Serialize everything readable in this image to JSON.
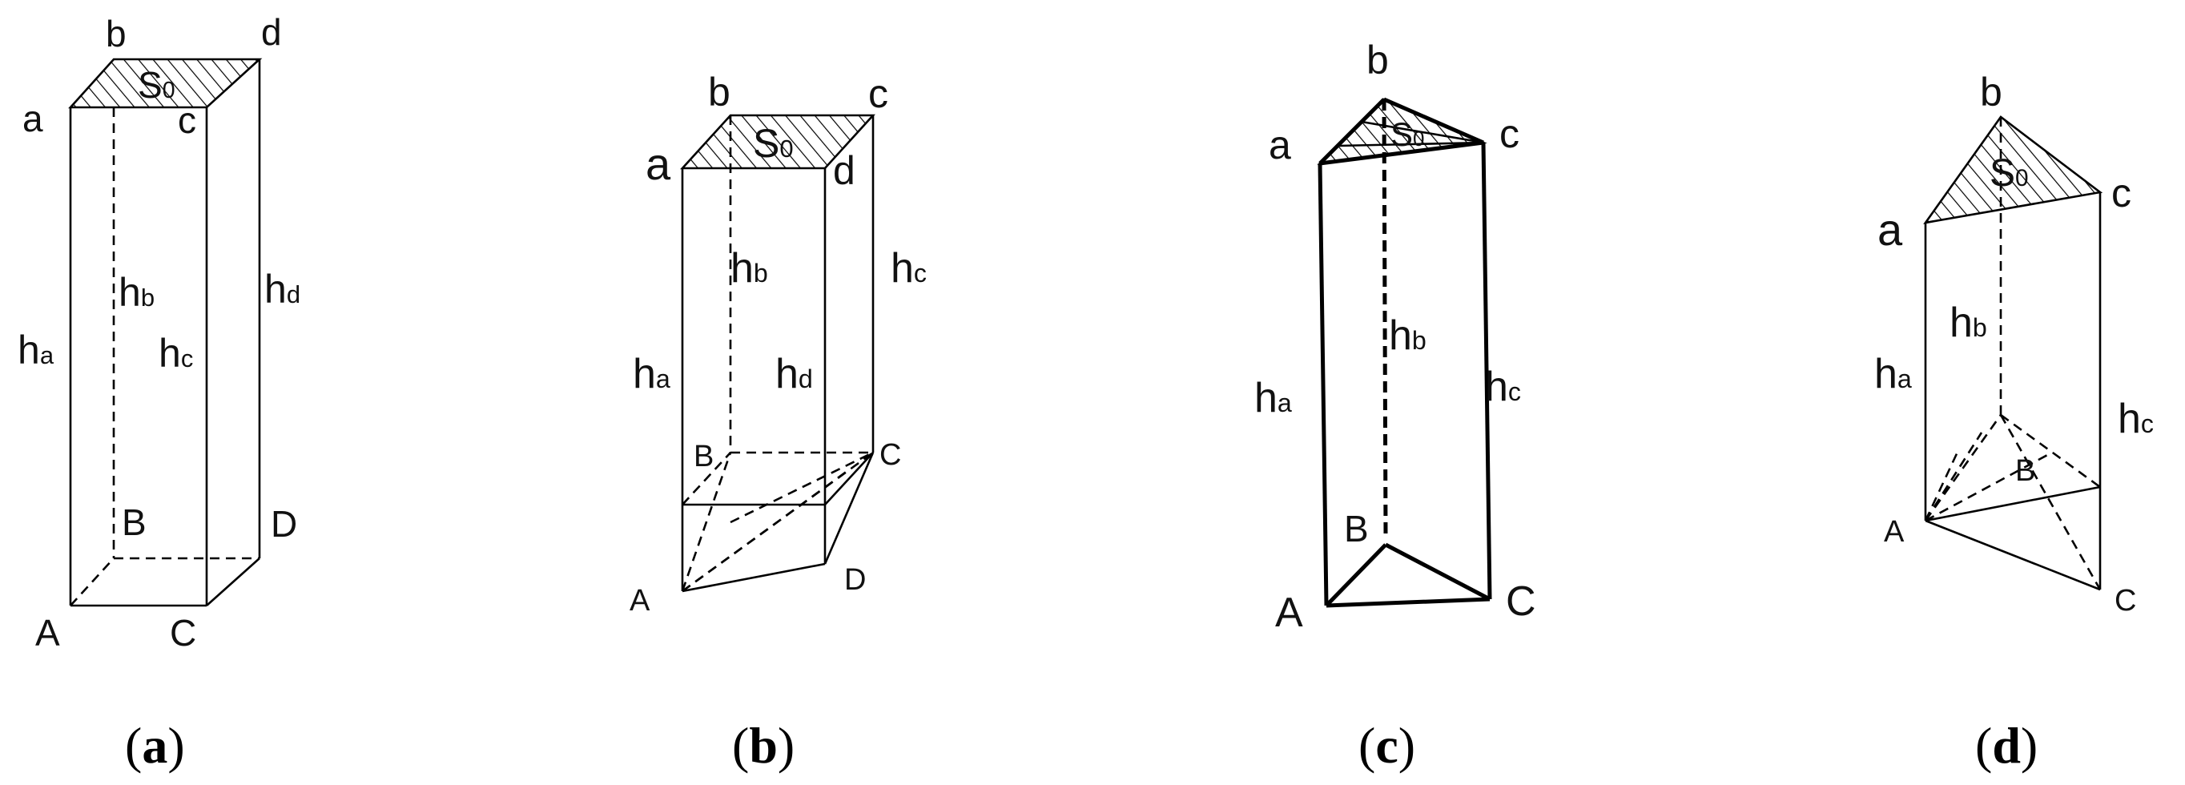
{
  "figures": [
    {
      "id": "a",
      "caption": {
        "open": "(",
        "letter": "a",
        "close": ")"
      },
      "top_vertices": [
        "a",
        "b",
        "c",
        "d"
      ],
      "bottom_vertices": [
        "A",
        "B",
        "C",
        "D"
      ],
      "area_label": {
        "main": "S",
        "sub": "0"
      },
      "heights": [
        {
          "main": "h",
          "sub": "a"
        },
        {
          "main": "h",
          "sub": "b"
        },
        {
          "main": "h",
          "sub": "c"
        },
        {
          "main": "h",
          "sub": "d"
        }
      ]
    },
    {
      "id": "b",
      "caption": {
        "open": "(",
        "letter": "b",
        "close": ")"
      },
      "top_vertices": [
        "a",
        "b",
        "c",
        "d"
      ],
      "bottom_vertices": [
        "A",
        "B",
        "C",
        "D"
      ],
      "area_label": {
        "main": "S",
        "sub": "0"
      },
      "heights": [
        {
          "main": "h",
          "sub": "a"
        },
        {
          "main": "h",
          "sub": "b"
        },
        {
          "main": "h",
          "sub": "c"
        },
        {
          "main": "h",
          "sub": "d"
        }
      ]
    },
    {
      "id": "c",
      "caption": {
        "open": "(",
        "letter": "c",
        "close": ")"
      },
      "top_vertices": [
        "a",
        "b",
        "c"
      ],
      "bottom_vertices": [
        "A",
        "B",
        "C"
      ],
      "area_label": {
        "main": "S",
        "sub": "0"
      },
      "heights": [
        {
          "main": "h",
          "sub": "a"
        },
        {
          "main": "h",
          "sub": "b"
        },
        {
          "main": "h",
          "sub": "c"
        }
      ]
    },
    {
      "id": "d",
      "caption": {
        "open": "(",
        "letter": "d",
        "close": ")"
      },
      "top_vertices": [
        "a",
        "b",
        "c"
      ],
      "bottom_vertices": [
        "A",
        "B",
        "C"
      ],
      "area_label": {
        "main": "S",
        "sub": "0"
      },
      "heights": [
        {
          "main": "h",
          "sub": "a"
        },
        {
          "main": "h",
          "sub": "b"
        },
        {
          "main": "h",
          "sub": "c"
        }
      ]
    }
  ]
}
